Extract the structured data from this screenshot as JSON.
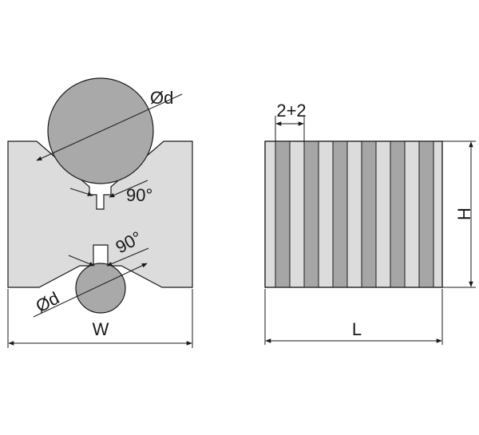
{
  "labels": {
    "diameter_top": "Ød",
    "diameter_bottom": "Ød",
    "angle_top": "90°",
    "angle_bottom": "90°",
    "width": "W",
    "slot_pitch": "2+2",
    "height": "H",
    "length": "L"
  },
  "colors": {
    "block_fill": "#dcdcdc",
    "cylinder_fill": "#a9a9a9",
    "stripe_fill": "#a6a6a6",
    "line": "#1a1a1a"
  }
}
